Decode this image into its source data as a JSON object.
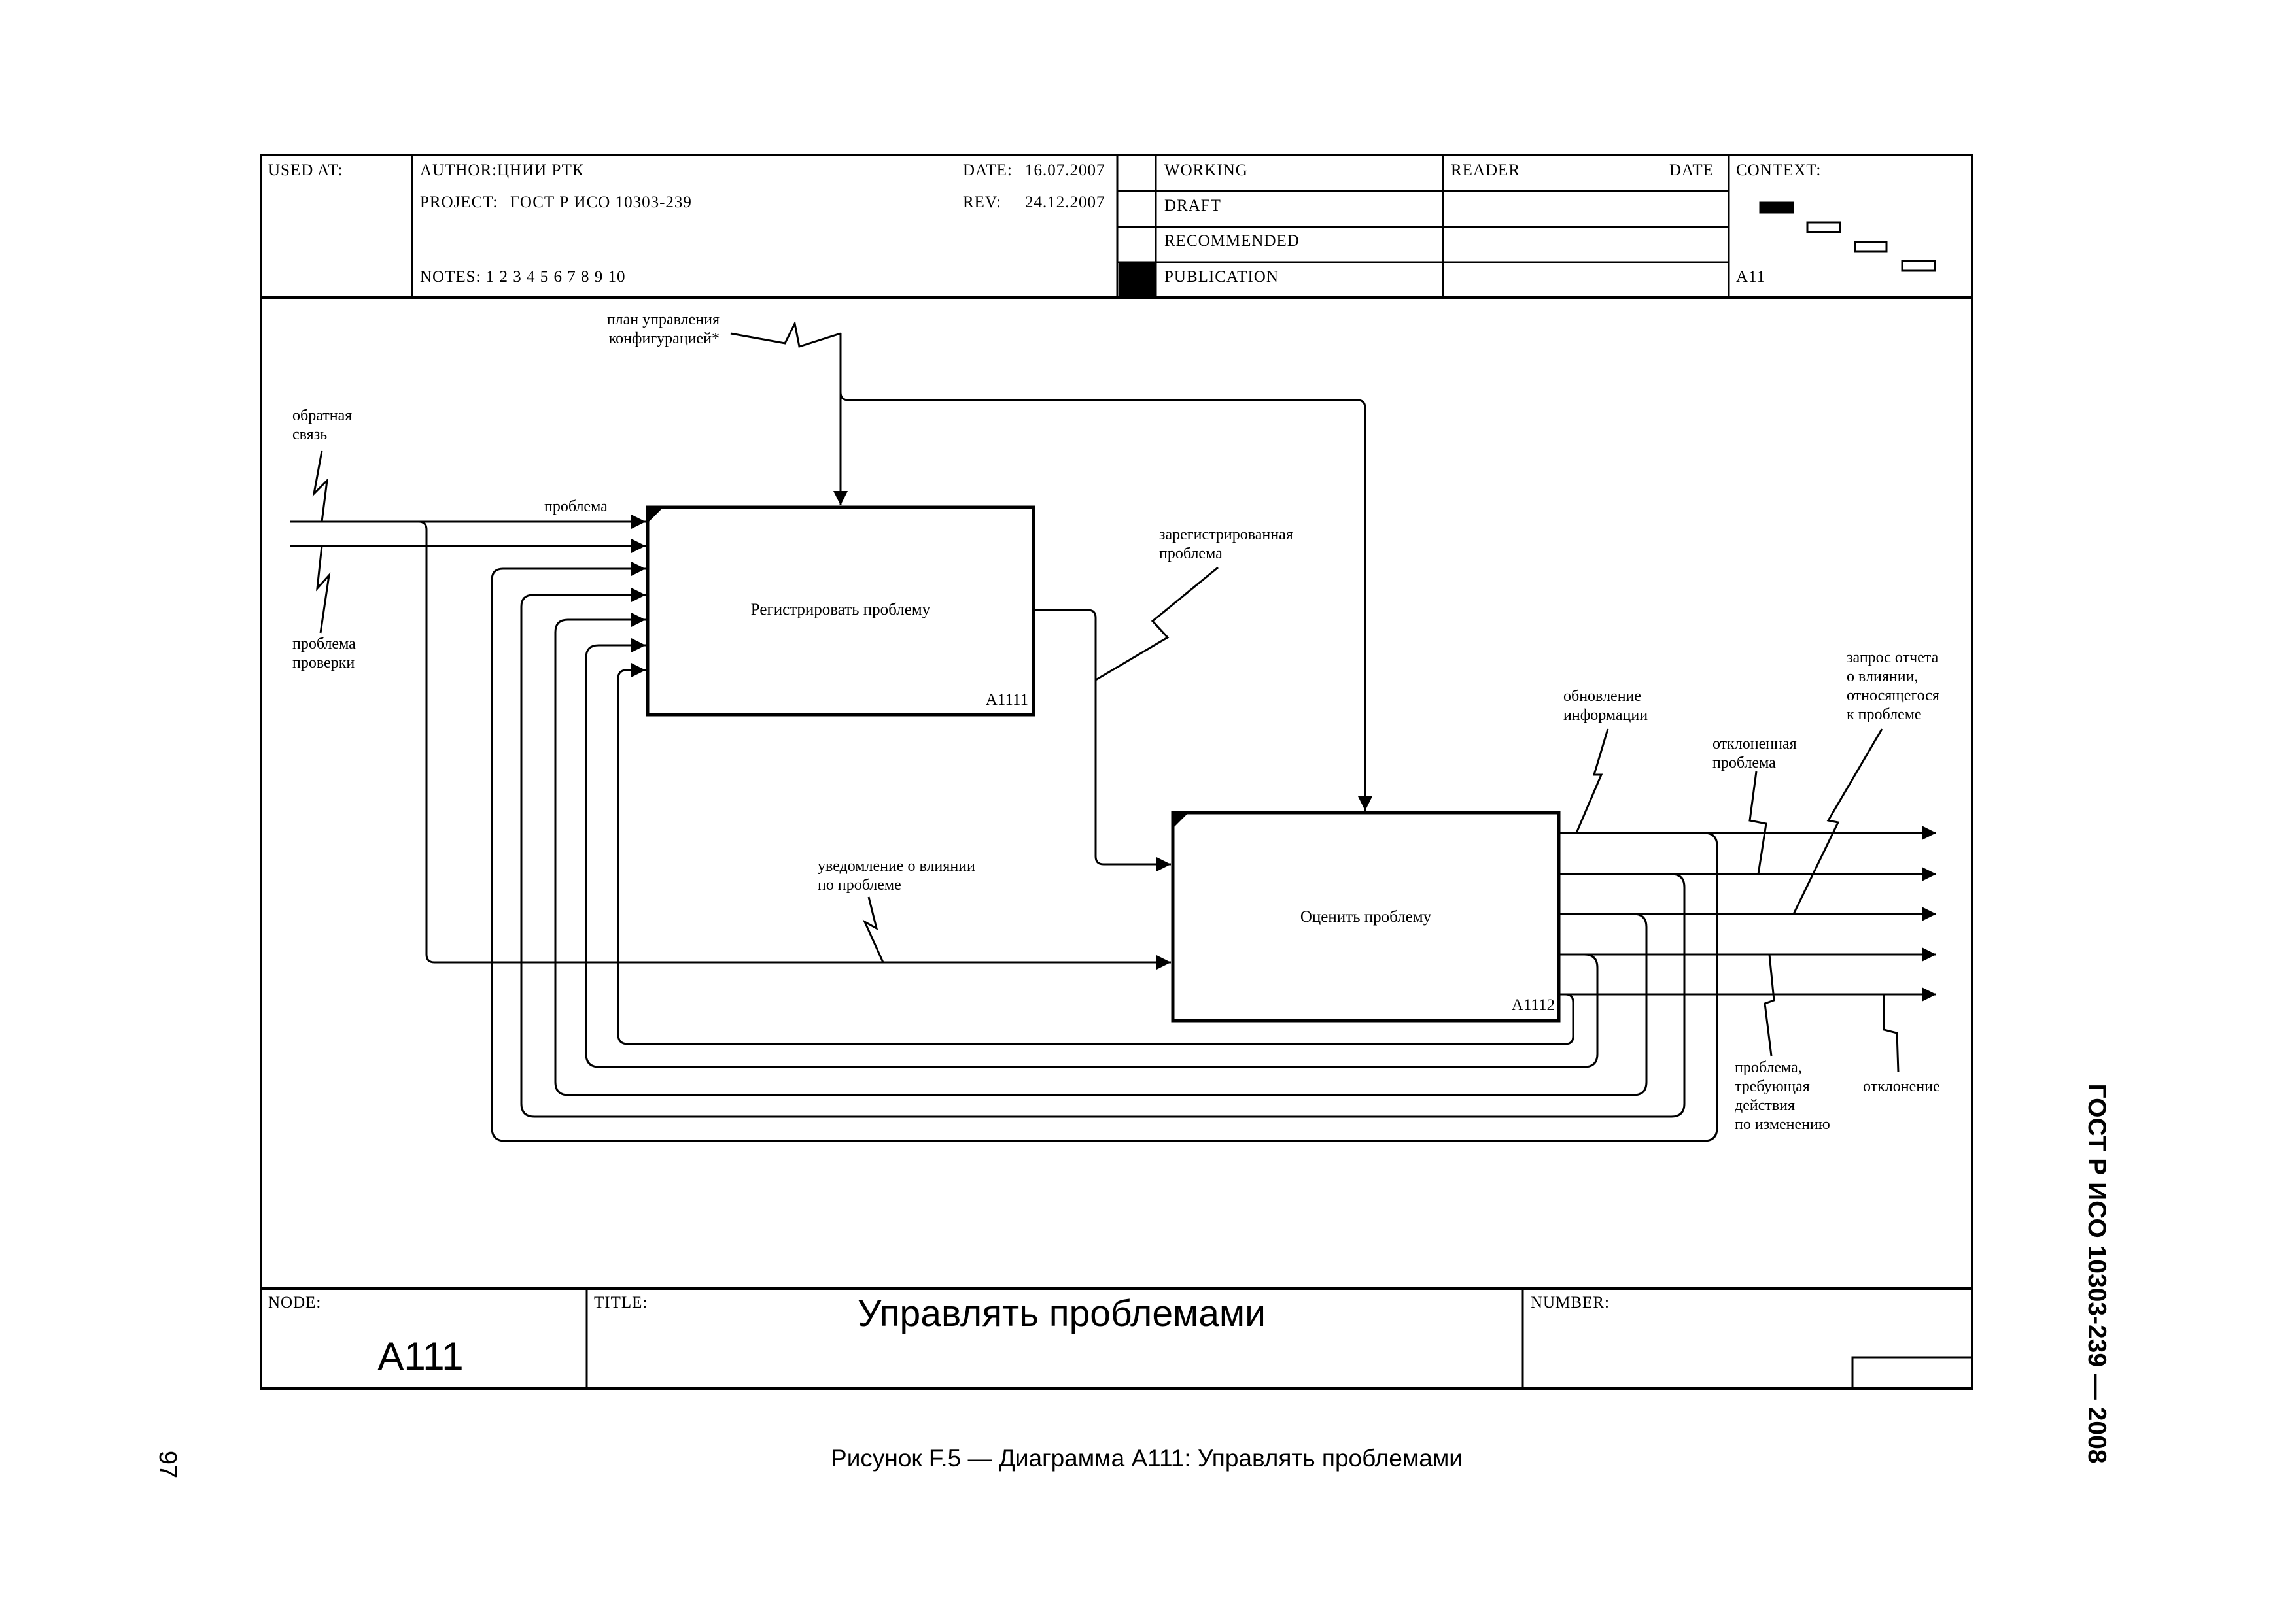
{
  "header": {
    "used_at": "USED AT:",
    "author_label": "AUTHOR:",
    "author": "ЦНИИ РТК",
    "project_label": "PROJECT:",
    "project": "ГОСТ Р ИСО 10303-239",
    "date_label": "DATE:",
    "date": "16.07.2007",
    "rev_label": "REV:",
    "rev": "24.12.2007",
    "notes": "NOTES: 1 2 3 4 5 6 7 8 9 10",
    "status": [
      "WORKING",
      "DRAFT",
      "RECOMMENDED",
      "PUBLICATION"
    ],
    "reader": "READER",
    "reader_date": "DATE",
    "context": "CONTEXT:",
    "context_node": "A11"
  },
  "footer": {
    "node_label": "NODE:",
    "node": "A111",
    "title_label": "TITLE:",
    "title": "Управлять проблемами",
    "number_label": "NUMBER:"
  },
  "boxes": [
    {
      "label": "Регистрировать проблему",
      "id": "A1111"
    },
    {
      "label": "Оценить проблему",
      "id": "A1112"
    }
  ],
  "arrows": {
    "plan_line1": "план управления",
    "plan_line2": "конфигурацией*",
    "feedback_line1": "обратная",
    "feedback_line2": "связь",
    "problem": "проблема",
    "check_line1": "проблема",
    "check_line2": "проверки",
    "registered_line1": "зарегистрированная",
    "registered_line2": "проблема",
    "impact_note_line1": "уведомление о влиянии",
    "impact_note_line2": "по проблеме",
    "update_line1": "обновление",
    "update_line2": "информации",
    "rejected_line1": "отклоненная",
    "rejected_line2": "проблема",
    "report_line1": "запрос отчета",
    "report_line2": "о влиянии,",
    "report_line3": "относящегося",
    "report_line4": "к проблеме",
    "change_line1": "проблема,",
    "change_line2": "требующая",
    "change_line3": "действия",
    "change_line4": "по изменению",
    "deviation": "отклонение"
  },
  "caption": "Рисунок F.5 — Диаграмма А111: Управлять проблемами",
  "side_text": "ГОСТ Р ИСО 10303-239 — 2008",
  "page_number": "97"
}
